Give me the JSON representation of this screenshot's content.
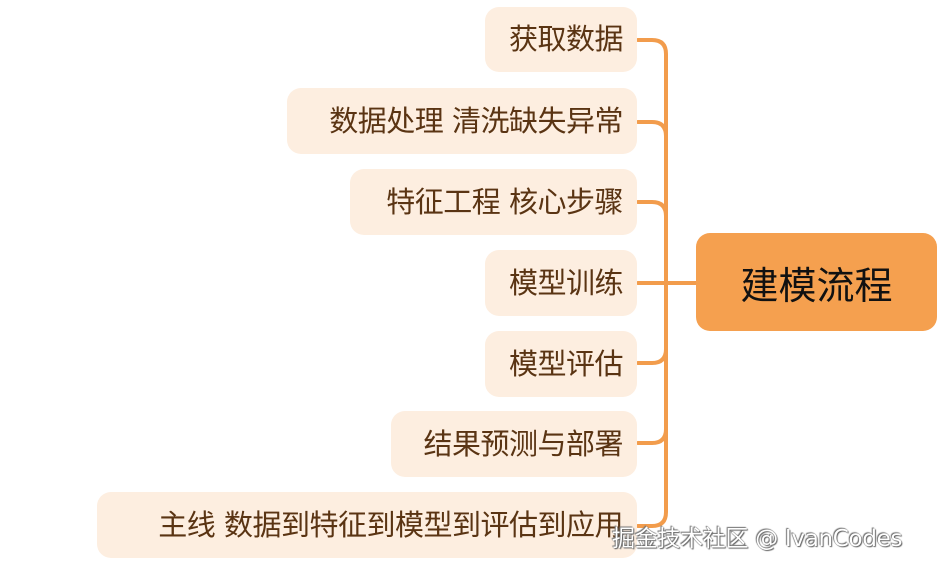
{
  "diagram": {
    "type": "mind-map",
    "colors": {
      "root_fill": "#f5a04f",
      "child_fill": "#fdeee0",
      "child_text": "#5a3413",
      "connector": "#f29c4c"
    },
    "root": {
      "label": "建模流程"
    },
    "children": [
      {
        "label": "获取数据"
      },
      {
        "label": "数据处理 清洗缺失异常"
      },
      {
        "label": "特征工程 核心步骤"
      },
      {
        "label": "模型训练"
      },
      {
        "label": "模型评估"
      },
      {
        "label": "结果预测与部署"
      },
      {
        "label": "主线 数据到特征到模型到评估到应用"
      }
    ]
  },
  "watermark": {
    "text": "掘金技术社区 @ IvanCodes"
  }
}
